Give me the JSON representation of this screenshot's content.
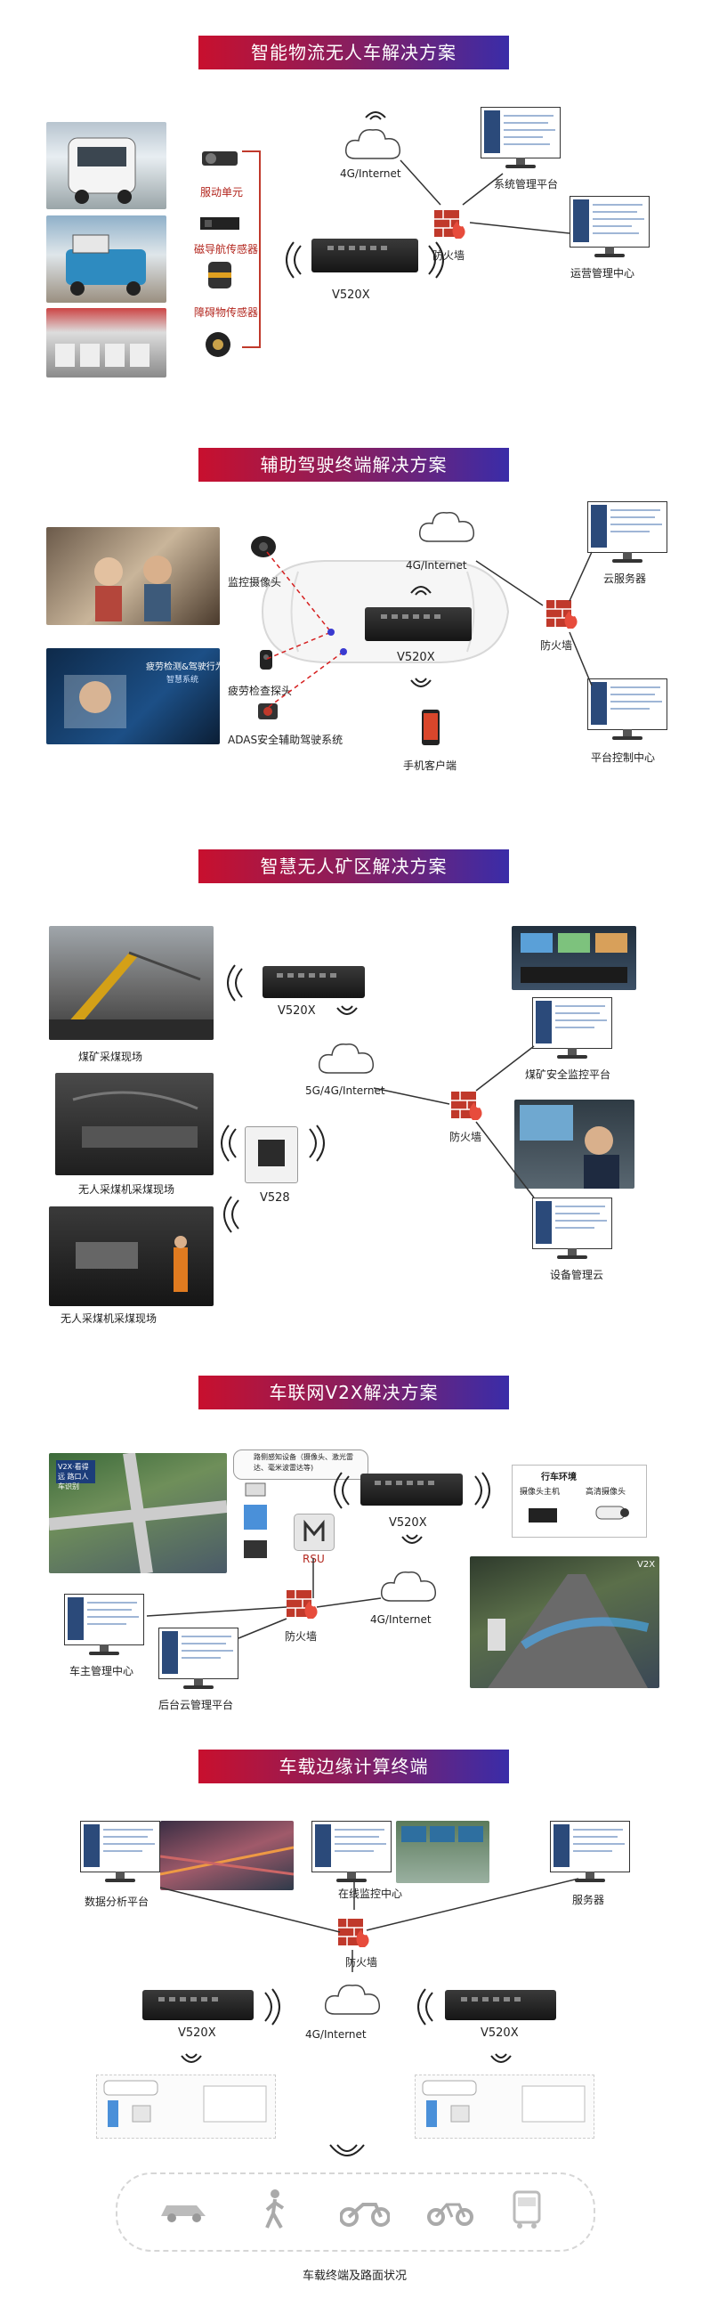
{
  "sections": [
    {
      "title": "智能物流无人车解决方案",
      "labels": {
        "drive": "服动单元",
        "magnetic": "磁导航传感器",
        "obstacle": "障碍物传感器",
        "internet": "4G/Internet",
        "firewall": "防火墙",
        "device": "V520X",
        "sys_platform": "系统管理平台",
        "ops_center": "运营管理中心"
      }
    },
    {
      "title": "辅助驾驶终端解决方案",
      "labels": {
        "camera": "监控摄像头",
        "fatigue_probe": "疲劳检查探头",
        "adas": "ADAS安全辅助驾驶系统",
        "fatigue_title": "疲劳检测&驾驶行为识别",
        "fatigue_sub": "智慧系统",
        "internet": "4G/Internet",
        "device": "V520X",
        "firewall": "防火墙",
        "cloud_server": "云服务器",
        "platform": "平台控制中心",
        "mobile": "手机客户端"
      }
    },
    {
      "title": "智慧无人矿区解决方案",
      "labels": {
        "site1": "煤矿采煤现场",
        "site2": "无人采煤机采煤现场",
        "site3": "无人采煤机采煤现场",
        "device1": "V520X",
        "device2": "V528",
        "internet": "5G/4G/Internet",
        "firewall": "防火墙",
        "monitor_platform": "煤矿安全监控平台",
        "cloud": "设备管理云"
      }
    },
    {
      "title": "车联网V2X解决方案",
      "labels": {
        "v2x_panel": "V2X·看得远 路口人车识别",
        "sensor_note": "路侧感知设备（摄像头、激光雷达、毫米波雷达等)",
        "rsu": "RSU",
        "device": "V520X",
        "internet": "4G/Internet",
        "firewall": "防火墙",
        "env_title": "行车环境",
        "cam_host": "摄像头主机",
        "hd_cam": "高清摄像头",
        "owner_center": "车主管理中心",
        "cloud_platform": "后台云管理平台",
        "v2x": "V2X"
      }
    },
    {
      "title": "车载边缘计算终端",
      "labels": {
        "analysis": "数据分析平台",
        "online": "在线监控中心",
        "server": "服务器",
        "firewall": "防火墙",
        "device_left": "V520X",
        "device_right": "V520X",
        "internet": "4G/Internet",
        "terminal": "车载终端及路面状况"
      }
    }
  ],
  "colors": {
    "banner_start": "#c8102e",
    "banner_end": "#3a2ca8",
    "firewall": "#c0392b",
    "dashed_red": "#d62020",
    "line": "#333333"
  }
}
